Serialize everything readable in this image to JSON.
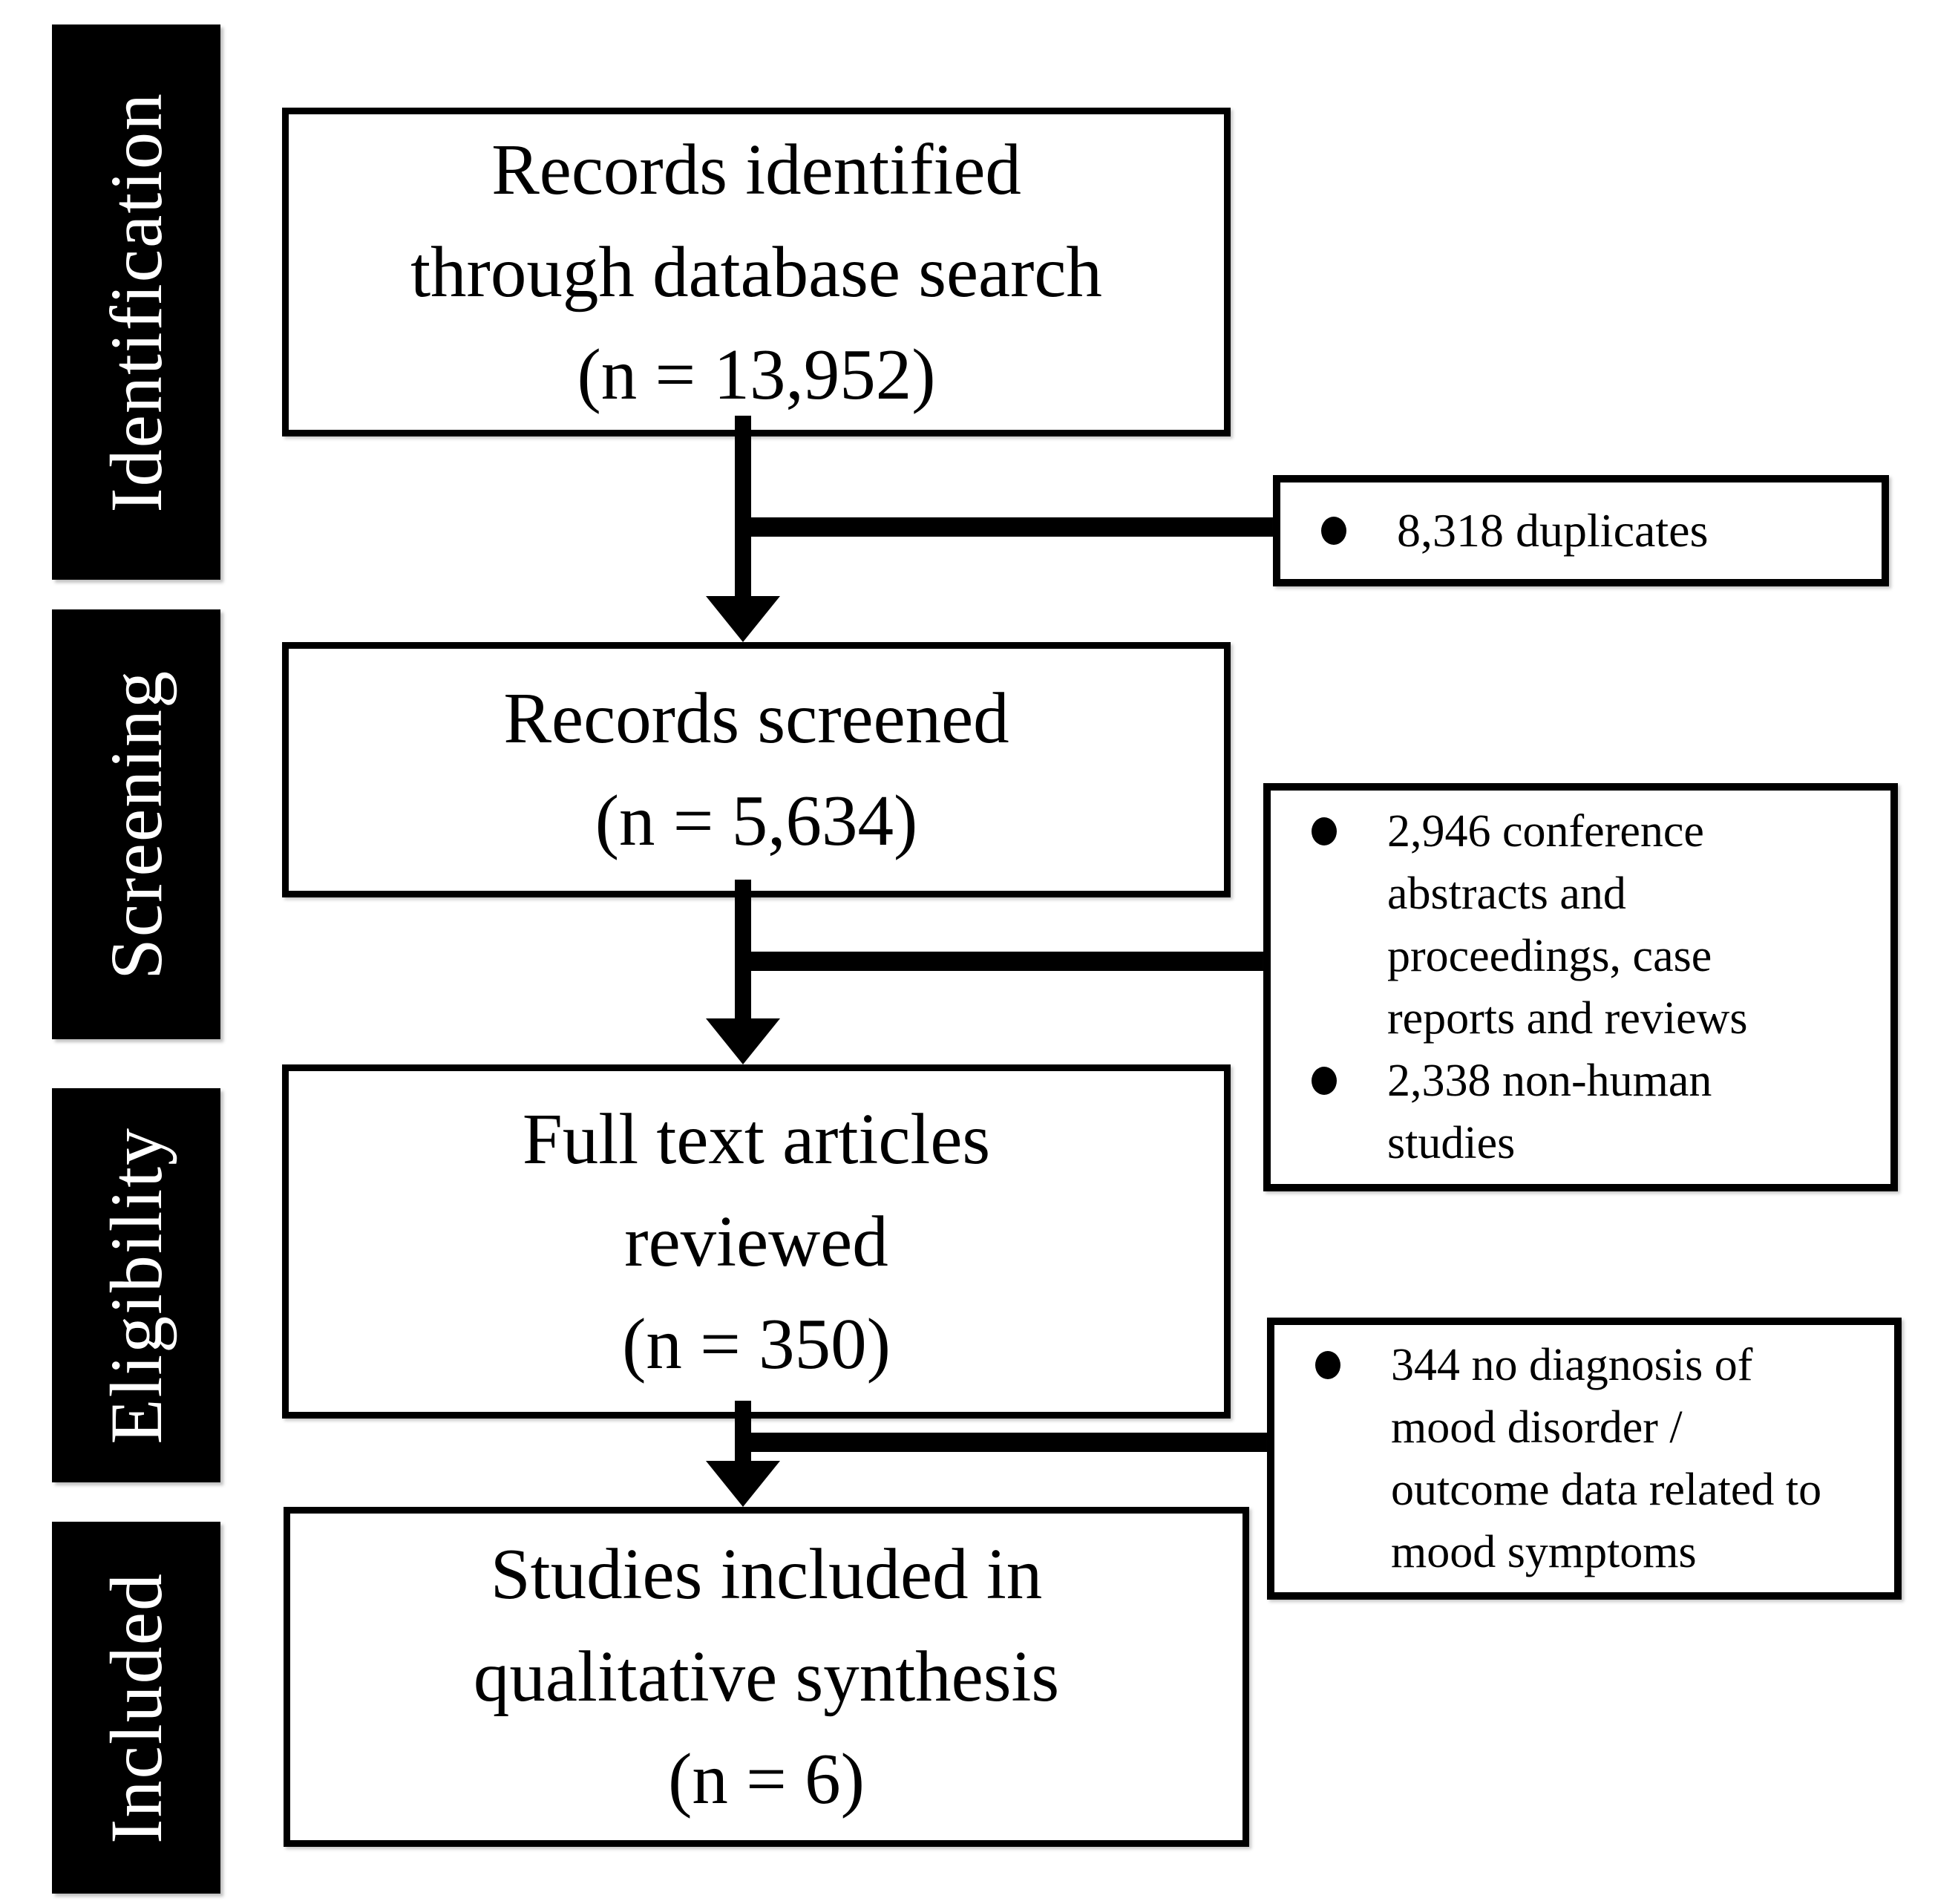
{
  "stages": [
    {
      "label": "Identification"
    },
    {
      "label": "Screening"
    },
    {
      "label": "Eligibility"
    },
    {
      "label": "Included"
    }
  ],
  "flow_boxes": [
    {
      "lines": [
        "Records identified",
        "through database search",
        "(n = 13,952)"
      ]
    },
    {
      "lines": [
        "Records screened",
        "(n = 5,634)"
      ]
    },
    {
      "lines": [
        "Full text articles",
        "reviewed",
        "(n = 350)"
      ]
    },
    {
      "lines": [
        "Studies included in",
        "qualitative synthesis",
        "(n = 6)"
      ]
    }
  ],
  "exclusion_boxes": [
    {
      "items": [
        {
          "lines": [
            "8,318 duplicates"
          ]
        }
      ]
    },
    {
      "items": [
        {
          "lines": [
            "2,946 conference",
            "abstracts and",
            "proceedings, case",
            "reports and reviews"
          ]
        },
        {
          "lines": [
            "2,338 non-human",
            "studies"
          ]
        }
      ]
    },
    {
      "items": [
        {
          "lines": [
            "344 no diagnosis of",
            "mood disorder /",
            "outcome data related to",
            "mood symptoms"
          ]
        }
      ]
    }
  ],
  "colors": {
    "stage_bg": "#000000",
    "stage_text": "#ffffff",
    "box_border": "#000000",
    "box_bg": "#ffffff",
    "text": "#000000",
    "arrow": "#000000"
  }
}
